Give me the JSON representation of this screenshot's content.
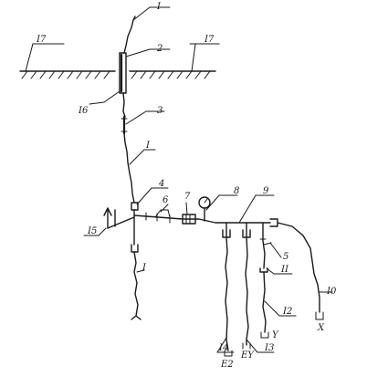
{
  "labels": {
    "l1_top": "I",
    "l2": "2",
    "l17_left": "I7",
    "l17_right": "I7",
    "l16": "I6",
    "l3": "3",
    "l_wire": "I",
    "l4": "4",
    "l15": "I5",
    "l6": "6",
    "l7": "7",
    "l8": "8",
    "l9": "9",
    "l5": "5",
    "l11": "II",
    "l12": "I2",
    "l10": "I0",
    "l1_bottom": "I",
    "l14": "I4",
    "l13": "I3",
    "t_e2": "E2",
    "t_e1": "EY",
    "t_y": "Y",
    "t_x": "X"
  },
  "gauge_icon": "pressure-gauge-icon",
  "ground_icon": "ground-hatch-icon"
}
